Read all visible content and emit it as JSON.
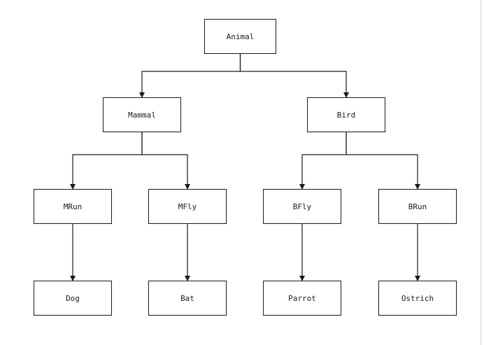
{
  "diagram": {
    "nodes": {
      "animal": "Animal",
      "mammal": "Mammal",
      "bird": "Bird",
      "mrun": "MRun",
      "mfly": "MFly",
      "bfly": "BFly",
      "brun": "BRun",
      "dog": "Dog",
      "bat": "Bat",
      "parrot": "Parrot",
      "ostrich": "Ostrich"
    },
    "edges": [
      [
        "animal",
        "mammal"
      ],
      [
        "animal",
        "bird"
      ],
      [
        "mammal",
        "mrun"
      ],
      [
        "mammal",
        "mfly"
      ],
      [
        "bird",
        "bfly"
      ],
      [
        "bird",
        "brun"
      ],
      [
        "mrun",
        "dog"
      ],
      [
        "mfly",
        "bat"
      ],
      [
        "bfly",
        "parrot"
      ],
      [
        "brun",
        "ostrich"
      ]
    ],
    "colors": {
      "stroke": "#1a1a1a",
      "background": "#ffffff"
    }
  }
}
